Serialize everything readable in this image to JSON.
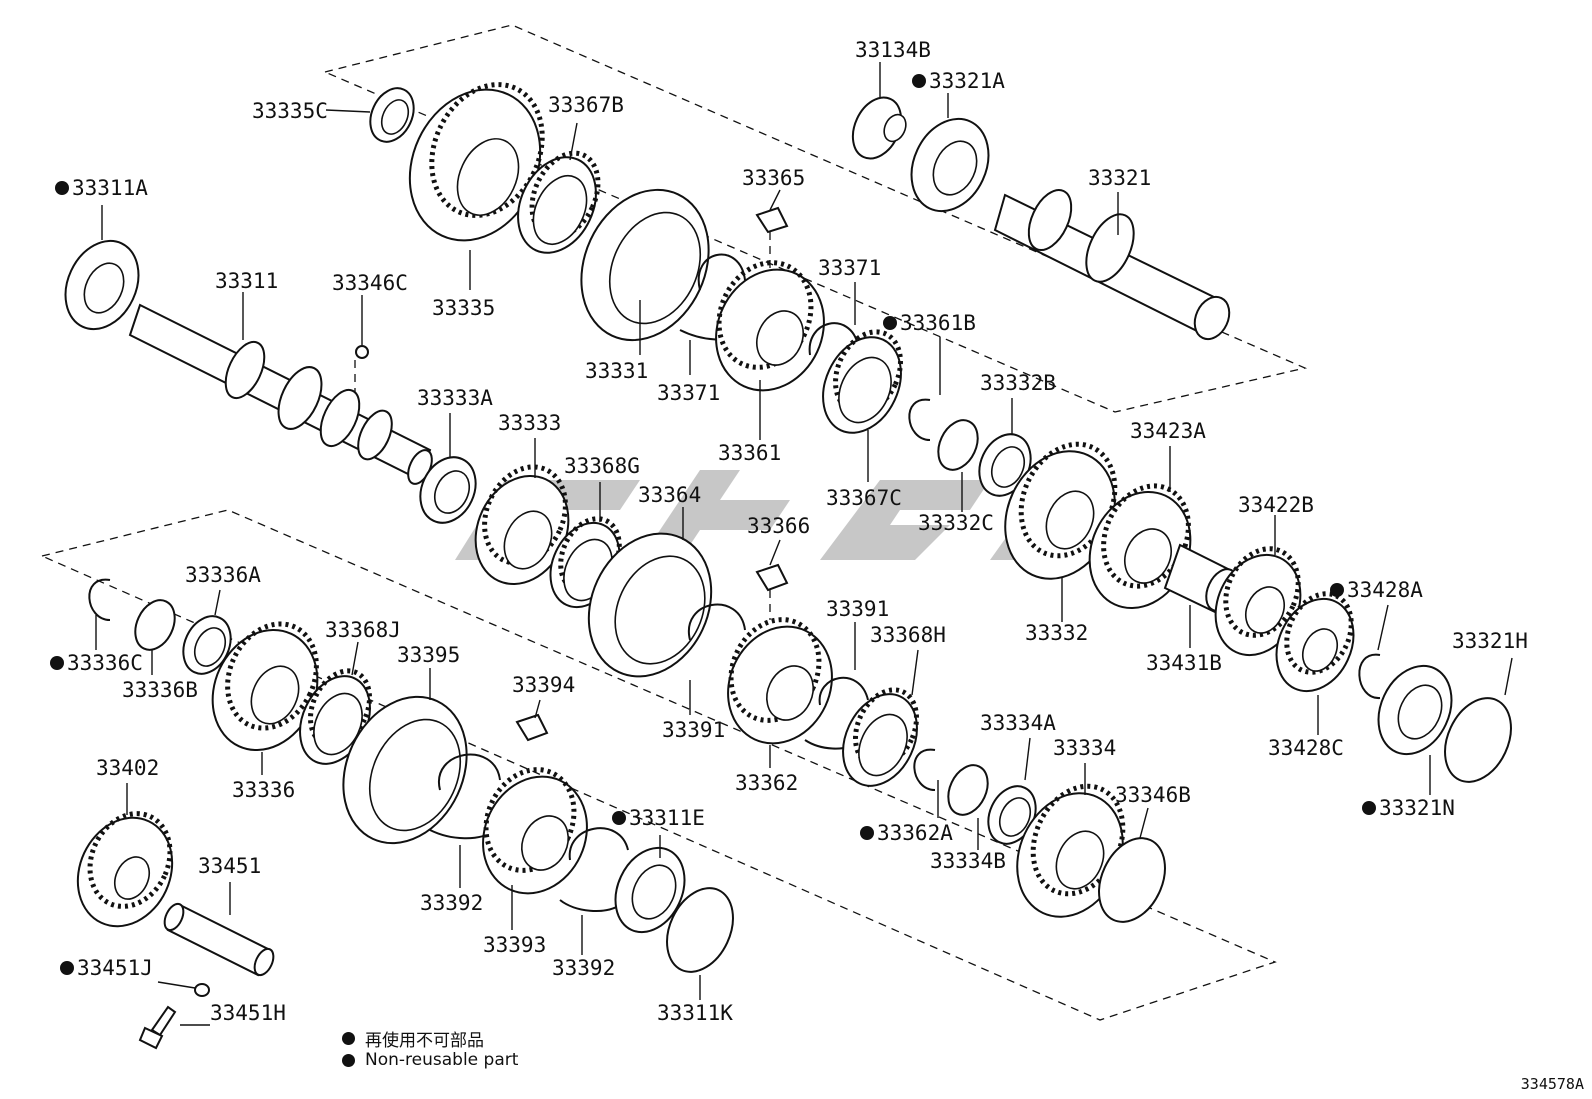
{
  "diagram": {
    "code": "334578A",
    "bullet": "●",
    "legend": [
      {
        "text": "再使用不可部品"
      },
      {
        "text": "Non-reusable part"
      }
    ],
    "labels": [
      {
        "id": "33335C",
        "text": "33335C",
        "bullet": false
      },
      {
        "id": "33367B",
        "text": "33367B",
        "bullet": false
      },
      {
        "id": "33311A",
        "text": "33311A",
        "bullet": true
      },
      {
        "id": "33311",
        "text": "33311",
        "bullet": false
      },
      {
        "id": "33346C",
        "text": "33346C",
        "bullet": false
      },
      {
        "id": "33335",
        "text": "33335",
        "bullet": false
      },
      {
        "id": "33365",
        "text": "33365",
        "bullet": false
      },
      {
        "id": "33331",
        "text": "33331",
        "bullet": false
      },
      {
        "id": "33371-top",
        "text": "33371",
        "bullet": false
      },
      {
        "id": "33371-bottom",
        "text": "33371",
        "bullet": false
      },
      {
        "id": "33361",
        "text": "33361",
        "bullet": false
      },
      {
        "id": "33134B",
        "text": "33134B",
        "bullet": false
      },
      {
        "id": "33321A",
        "text": "33321A",
        "bullet": true
      },
      {
        "id": "33321",
        "text": "33321",
        "bullet": false
      },
      {
        "id": "33361B",
        "text": "33361B",
        "bullet": true
      },
      {
        "id": "33367C",
        "text": "33367C",
        "bullet": false
      },
      {
        "id": "33333A",
        "text": "33333A",
        "bullet": false
      },
      {
        "id": "33333",
        "text": "33333",
        "bullet": false
      },
      {
        "id": "33368G",
        "text": "33368G",
        "bullet": false
      },
      {
        "id": "33364",
        "text": "33364",
        "bullet": false
      },
      {
        "id": "33366",
        "text": "33366",
        "bullet": false
      },
      {
        "id": "33332B",
        "text": "33332B",
        "bullet": false
      },
      {
        "id": "33332C",
        "text": "33332C",
        "bullet": false
      },
      {
        "id": "33332",
        "text": "33332",
        "bullet": false
      },
      {
        "id": "33423A",
        "text": "33423A",
        "bullet": false
      },
      {
        "id": "33422B",
        "text": "33422B",
        "bullet": false
      },
      {
        "id": "33431B",
        "text": "33431B",
        "bullet": false
      },
      {
        "id": "33428A",
        "text": "33428A",
        "bullet": true
      },
      {
        "id": "33428C",
        "text": "33428C",
        "bullet": false
      },
      {
        "id": "33321H",
        "text": "33321H",
        "bullet": false
      },
      {
        "id": "33321N",
        "text": "33321N",
        "bullet": true
      },
      {
        "id": "33336A",
        "text": "33336A",
        "bullet": false
      },
      {
        "id": "33336C",
        "text": "33336C",
        "bullet": true
      },
      {
        "id": "33336B",
        "text": "33336B",
        "bullet": false
      },
      {
        "id": "33368J",
        "text": "33368J",
        "bullet": false
      },
      {
        "id": "33395",
        "text": "33395",
        "bullet": false
      },
      {
        "id": "33394",
        "text": "33394",
        "bullet": false
      },
      {
        "id": "33336",
        "text": "33336",
        "bullet": false
      },
      {
        "id": "33391-top",
        "text": "33391",
        "bullet": false
      },
      {
        "id": "33368H",
        "text": "33368H",
        "bullet": false
      },
      {
        "id": "33391-bottom",
        "text": "33391",
        "bullet": false
      },
      {
        "id": "33362",
        "text": "33362",
        "bullet": false
      },
      {
        "id": "33362A",
        "text": "33362A",
        "bullet": true
      },
      {
        "id": "33334A",
        "text": "33334A",
        "bullet": false
      },
      {
        "id": "33334",
        "text": "33334",
        "bullet": false
      },
      {
        "id": "33346B",
        "text": "33346B",
        "bullet": false
      },
      {
        "id": "33334B",
        "text": "33334B",
        "bullet": false
      },
      {
        "id": "33402",
        "text": "33402",
        "bullet": false
      },
      {
        "id": "33451",
        "text": "33451",
        "bullet": false
      },
      {
        "id": "33311E",
        "text": "33311E",
        "bullet": true
      },
      {
        "id": "33392-top",
        "text": "33392",
        "bullet": false
      },
      {
        "id": "33393",
        "text": "33393",
        "bullet": false
      },
      {
        "id": "33392-bottom",
        "text": "33392",
        "bullet": false
      },
      {
        "id": "33451J",
        "text": "33451J",
        "bullet": true
      },
      {
        "id": "33451H",
        "text": "33451H",
        "bullet": false
      },
      {
        "id": "33311K",
        "text": "33311K",
        "bullet": false
      }
    ]
  }
}
